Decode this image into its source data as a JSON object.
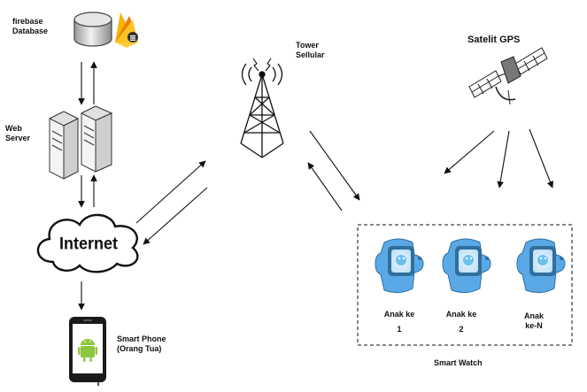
{
  "nodes": {
    "firebase": {
      "line1": "firebase",
      "line2": "Database"
    },
    "web_server": {
      "line1": "Web",
      "line2": "Server"
    },
    "internet": {
      "label": "Internet"
    },
    "tower": {
      "line1": "Tower",
      "line2": "Sellular"
    },
    "satellite": {
      "label": "Satelit GPS"
    },
    "smart_phone": {
      "line1": "Smart Phone",
      "line2": "(Orang Tua)"
    },
    "smart_watch_group": {
      "caption": "Smart Watch",
      "watches": [
        {
          "line1": "Anak ke",
          "line2": "1"
        },
        {
          "line1": "Anak ke",
          "line2": "2"
        },
        {
          "line1": "Anak",
          "line2": "ke-N"
        }
      ]
    }
  },
  "colors": {
    "firebase_yellow": "#f7b400",
    "firebase_orange": "#e8730c",
    "watch_blue": "#5aa9e6",
    "android_green": "#8dc63f"
  },
  "icons": [
    "database-icon",
    "firebase-icon",
    "server-icon",
    "cloud-icon",
    "tower-icon",
    "satellite-icon",
    "smartphone-icon",
    "smartwatch-icon"
  ]
}
